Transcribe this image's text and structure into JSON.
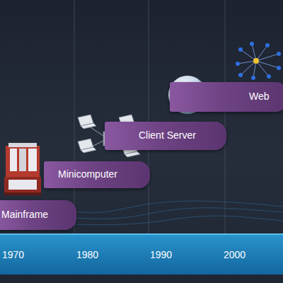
{
  "diagram": {
    "nodes": [
      {
        "text": [
          "Mainframe"
        ]
      },
      {
        "text": [
          "Minicomputer"
        ]
      },
      {
        "text": [
          "Client Server"
        ]
      },
      {
        "text": [
          "Web"
        ]
      }
    ],
    "labels": [
      "1970",
      "1980",
      "1990",
      "2000"
    ]
  }
}
